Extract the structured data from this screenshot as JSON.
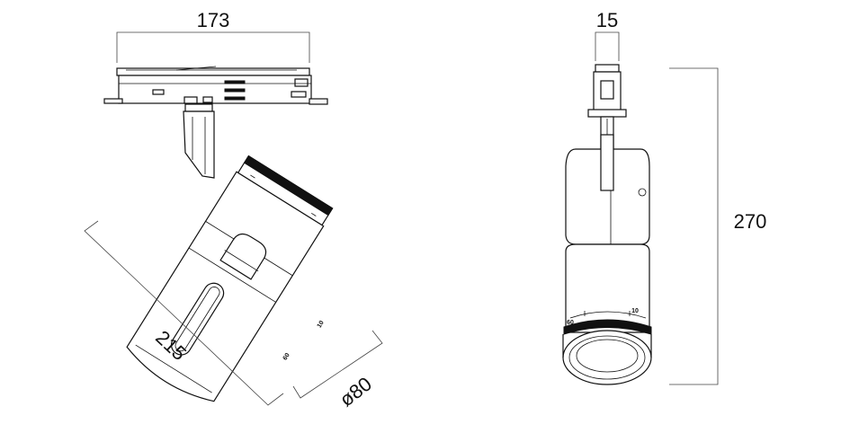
{
  "dimensions": {
    "track_width": "173",
    "adapter_width": "15",
    "body_length": "215",
    "diameter": "ø80",
    "height": "270"
  },
  "scale_marks": {
    "side_a": "10",
    "side_b": "60",
    "front_a": "10",
    "front_b": "60"
  },
  "colors": {
    "line": "#111111",
    "dimension_line": "#444444",
    "background": "#ffffff"
  }
}
